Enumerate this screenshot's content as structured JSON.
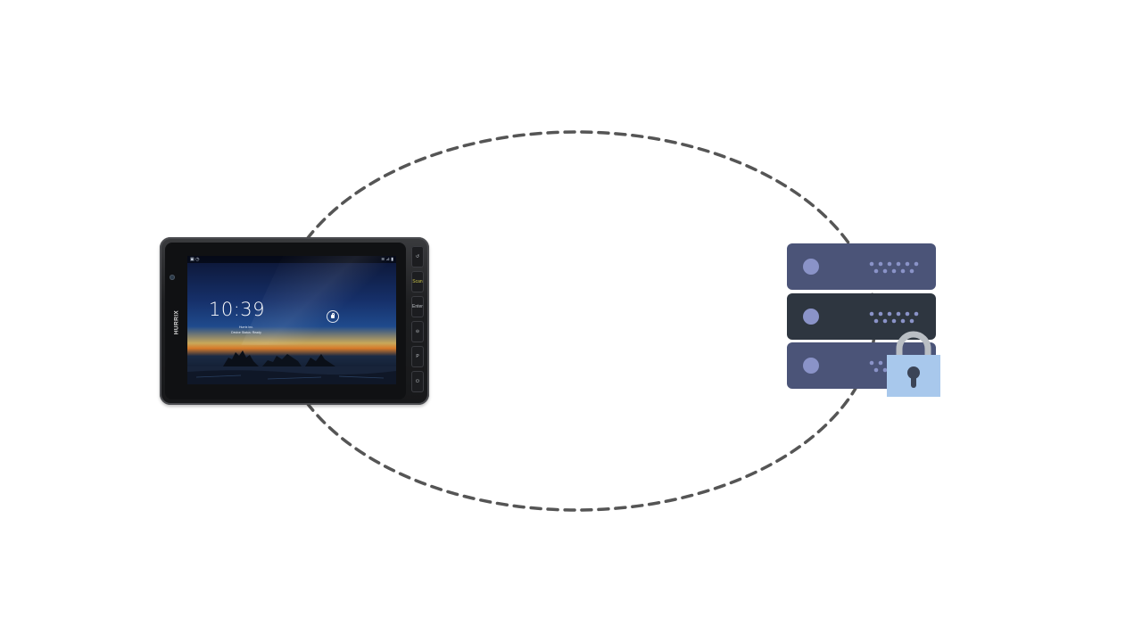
{
  "diagram": {
    "ring_color": "#555555",
    "tablet": {
      "brand": "HURRIX",
      "lock_screen_time": "10:39",
      "lock_screen_line1": "Hurrix Inc.",
      "lock_screen_line2": "Device Status: Ready",
      "status_left": "▣ ◷",
      "status_right": "≋ ⊿ ▮",
      "side_keys": [
        "↺",
        "Scan",
        "Enter",
        "⊝",
        "P",
        "⏻"
      ],
      "key_icons": [
        "back-icon",
        "scan-key",
        "enter-key",
        "minus-icon",
        "p-key",
        "power-icon"
      ]
    },
    "server": {
      "units": [
        {
          "name": "server-unit-top",
          "color": "#4b5478"
        },
        {
          "name": "server-unit-middle",
          "color": "#2e3640"
        },
        {
          "name": "server-unit-bottom",
          "color": "#4b5478"
        }
      ],
      "led_color": "#8a93c8",
      "padlock": {
        "body_color": "#a8c8ec",
        "shackle_color": "#b9bec4",
        "keyhole_color": "#3b4456"
      }
    }
  }
}
